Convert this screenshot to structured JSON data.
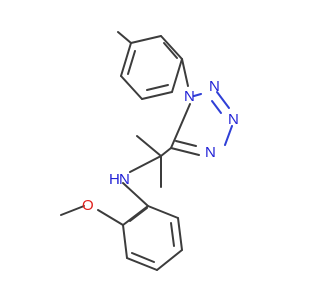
{
  "molecule": {
    "atoms": {
      "n1": "N",
      "n2": "N",
      "n3": "N",
      "n4": "N",
      "nh_n": "N",
      "nh_h": "H",
      "o": "O"
    },
    "colors": {
      "carbon_bond": "#3c3c3c",
      "nitrogen": "#2323d6",
      "oxygen": "#e0201c",
      "background": "#ffffff"
    }
  }
}
